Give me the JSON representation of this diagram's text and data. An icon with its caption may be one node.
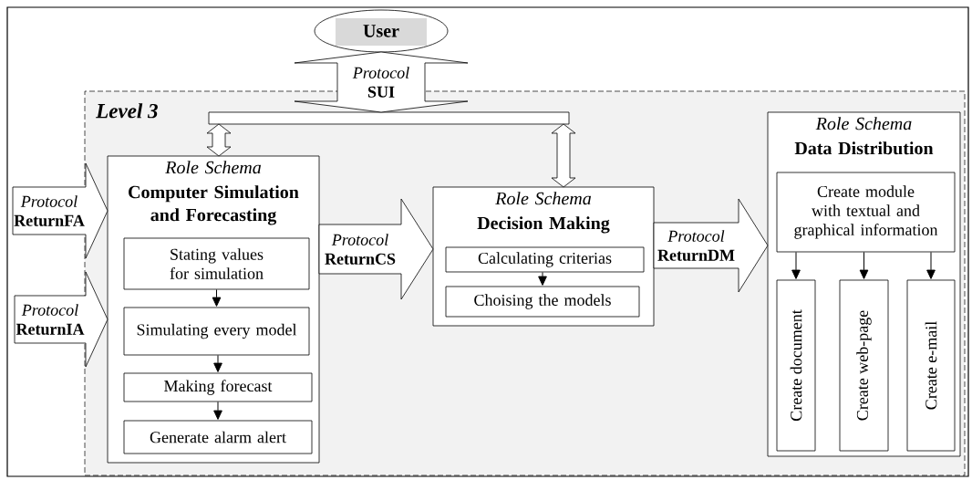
{
  "diagram": {
    "nodes": [
      {
        "text": [
          "User"
        ]
      },
      {
        "text": [
          "Level 3"
        ]
      },
      {
        "text": [],
        "shape": "bar",
        "in": 1
      },
      {
        "text": [
          "Role Schema",
          "Computer Simulation and Forecasting"
        ],
        "in": 1
      },
      {
        "text": [
          "Stating values for simulation"
        ],
        "in": 3
      },
      {
        "text": [
          "Simulating every model"
        ],
        "in": 3
      },
      {
        "text": [
          "Making forecast"
        ],
        "in": 3
      },
      {
        "text": [
          "Generate alarm alert"
        ],
        "in": 3
      },
      {
        "text": [
          "Role Schema",
          "Decision Making"
        ],
        "in": 1
      },
      {
        "text": [
          "Calculating criterias"
        ],
        "in": 8
      },
      {
        "text": [
          "Choising the models"
        ],
        "in": 8
      },
      {
        "text": [
          "Role Schema",
          "Data Distribution"
        ],
        "in": 1
      },
      {
        "text": [
          "Create module with textual and graphical information"
        ],
        "in": 11
      },
      {
        "text": [
          "Create document"
        ],
        "in": 11
      },
      {
        "text": [
          "Create web-page"
        ],
        "in": 11
      },
      {
        "text": [
          "Create e-mail"
        ],
        "in": 11
      }
    ],
    "edges": [
      {
        "from": 0,
        "to": 2,
        "arrow": "both",
        "label": "*Protocol* **SUI**"
      },
      {
        "from": 2,
        "to": 3,
        "arrow": "both"
      },
      {
        "from": 2,
        "to": 8,
        "arrow": "both"
      },
      {
        "from": null,
        "to": 3,
        "arrow": "to",
        "label": "*Protocol* **ReturnFA**"
      },
      {
        "from": null,
        "to": 3,
        "arrow": "to",
        "label": "*Protocol* **ReturnIA**"
      },
      {
        "from": 3,
        "to": 8,
        "arrow": "to",
        "label": "*Protocol* **ReturnCS**"
      },
      {
        "from": 8,
        "to": 11,
        "arrow": "to",
        "label": "*Protocol* **ReturnDM**"
      },
      {
        "from": 4,
        "to": 5,
        "arrow": "to"
      },
      {
        "from": 5,
        "to": 6,
        "arrow": "to"
      },
      {
        "from": 6,
        "to": 7,
        "arrow": "to"
      },
      {
        "from": 9,
        "to": 10,
        "arrow": "to"
      },
      {
        "from": 12,
        "to": 13,
        "arrow": "to"
      },
      {
        "from": 12,
        "to": 14,
        "arrow": "to"
      },
      {
        "from": 12,
        "to": 15,
        "arrow": "to"
      }
    ]
  }
}
